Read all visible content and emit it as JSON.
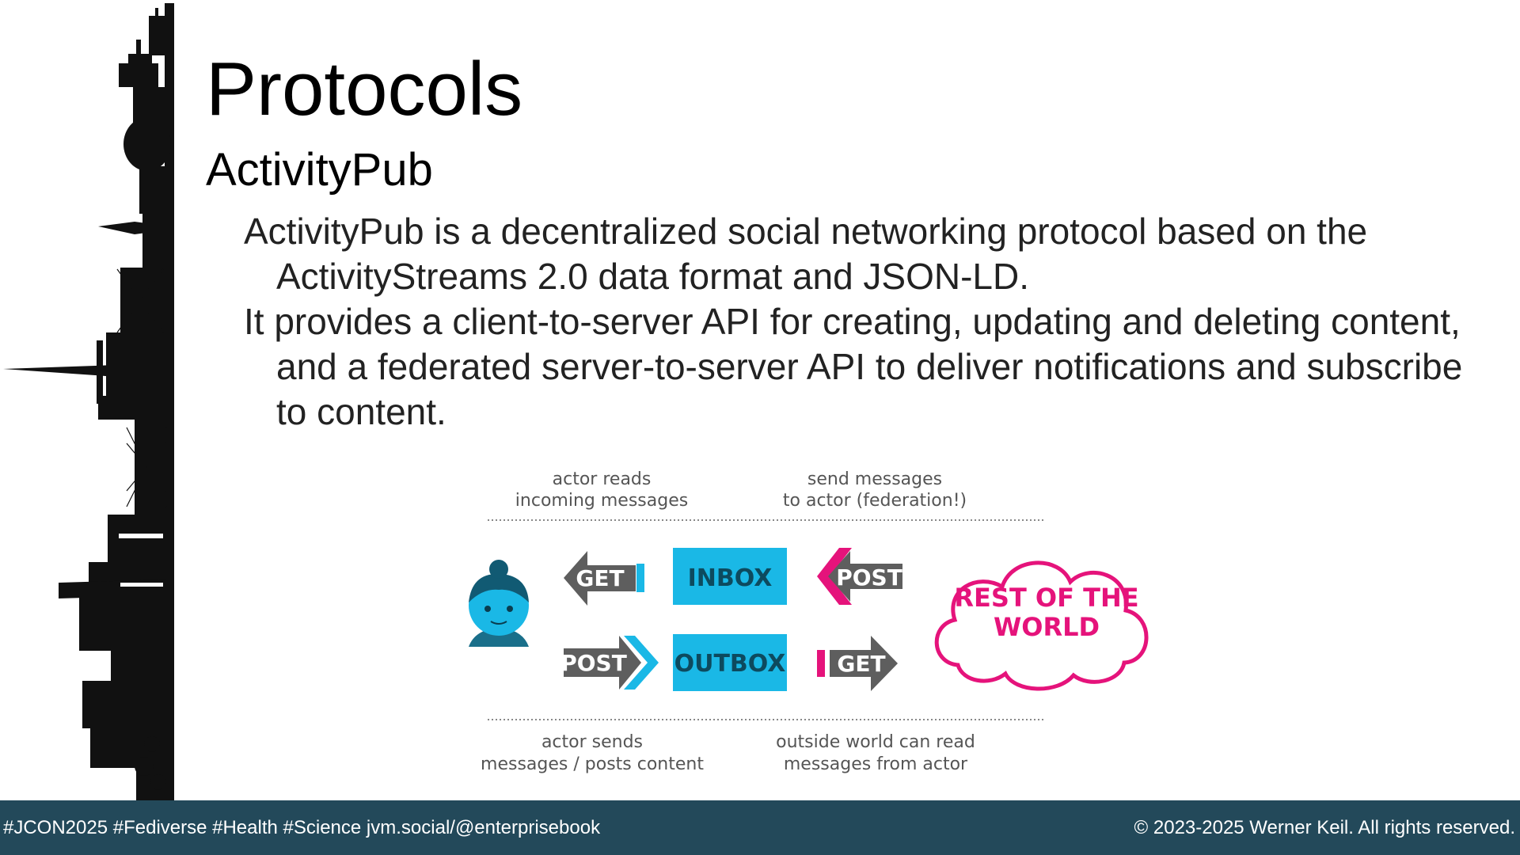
{
  "slide": {
    "title": "Protocols",
    "subtitle": "ActivityPub",
    "bullets": [
      "ActivityPub is a decentralized social networking protocol based on the ActivityStreams 2.0 data format and JSON-LD.",
      "It provides a client-to-server API for creating, updating and deleting content, and a federated server-to-server API to deliver notifications and subscribe to content."
    ]
  },
  "diagram": {
    "top_left_label": [
      "actor reads",
      "incoming messages"
    ],
    "top_right_label": [
      "send messages",
      "to actor (federation!)"
    ],
    "bottom_left_label": [
      "actor sends",
      "messages / posts content"
    ],
    "bottom_right_label": [
      "outside world can read",
      "messages from actor"
    ],
    "arrows": {
      "get_in": "GET",
      "post_out": "POST",
      "post_in": "POST",
      "get_out": "GET"
    },
    "boxes": {
      "inbox": "INBOX",
      "outbox": "OUTBOX"
    },
    "cloud": [
      "REST OF THE",
      "WORLD"
    ],
    "colors": {
      "cyan": "#1ab8e6",
      "magenta": "#e5137b",
      "arrow_gray": "#5e5e5e",
      "footer": "#23495a"
    },
    "icons": [
      "actor-avatar-icon",
      "cloud-icon"
    ]
  },
  "footer": {
    "hashtags": "#JCON2025 #Fediverse #Health #Science jvm.social/@enterprisebook",
    "copyright": "© 2023-2025 Werner Keil. All rights reserved."
  }
}
